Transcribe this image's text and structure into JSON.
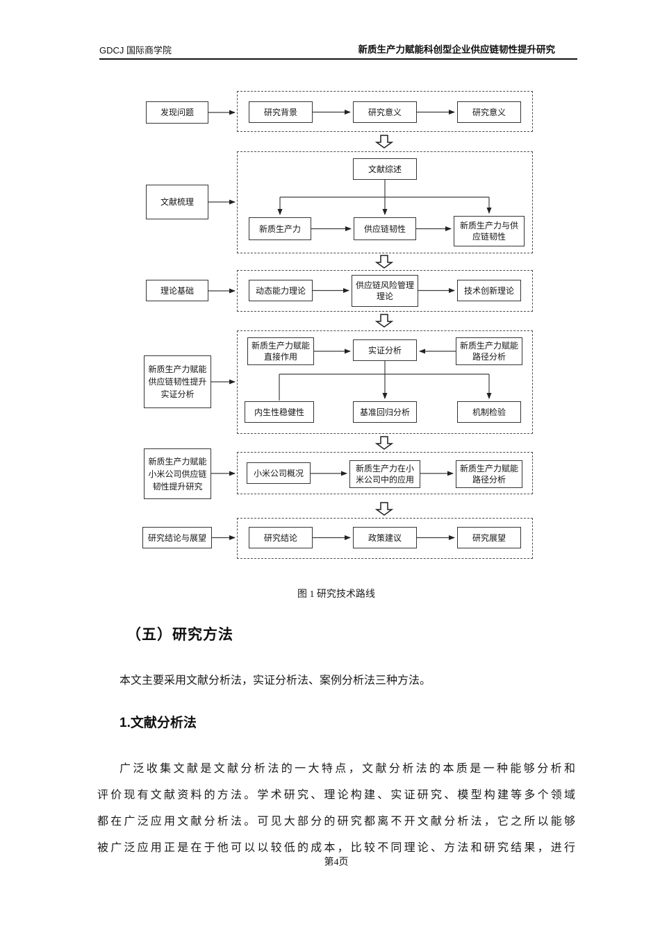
{
  "header": {
    "school": "GDCJ 国际商学院",
    "title": "新质生产力赋能科创型企业供应链韧性提升研究"
  },
  "flowchart": {
    "rows": [
      {
        "side": "发现问题",
        "boxes": [
          "研究背景",
          "研究意义",
          "研究意义"
        ]
      },
      {
        "side": "文献梳理",
        "hub": "文献综述",
        "boxes": [
          "新质生产力",
          "供应链韧性",
          "新质生产力与供应链韧性"
        ]
      },
      {
        "side": "理论基础",
        "boxes": [
          "动态能力理论",
          "供应链风险管理理论",
          "技术创新理论"
        ]
      },
      {
        "side": "新质生产力赋能供应链韧性提升实证分析",
        "boxes": [
          "新质生产力赋能直接作用",
          "实证分析",
          "新质生产力赋能路径分析"
        ],
        "boxes2": [
          "内生性稳健性",
          "基准回归分析",
          "机制检验"
        ]
      },
      {
        "side": "新质生产力赋能小米公司供应链韧性提升研究",
        "boxes": [
          "小米公司概况",
          "新质生产力在小米公司中的应用",
          "新质生产力赋能路径分析"
        ]
      },
      {
        "side": "研究结论与展望",
        "boxes": [
          "研究结论",
          "政策建议",
          "研究展望"
        ]
      }
    ],
    "caption": "图 1 研究技术路线"
  },
  "content": {
    "section_heading": "（五）研究方法",
    "intro": "本文主要采用文献分析法，实证分析法、案例分析法三种方法。",
    "sub_heading": "1.文献分析法",
    "para_lines": [
      "广泛收集文献是文献分析法的一大特点，文献分析法的本质是一种能够分析和",
      "评价现有文献资料的方法。学术研究、理论构建、实证研究、模型构建等多个领域",
      "都在广泛应用文献分析法。可见大部分的研究都离不开文献分析法，它之所以能够",
      "被广泛应用正是在于他可以以较低的成本，比较不同理论、方法和研究结果，进行"
    ]
  },
  "footer": {
    "page_number": "第4页"
  }
}
